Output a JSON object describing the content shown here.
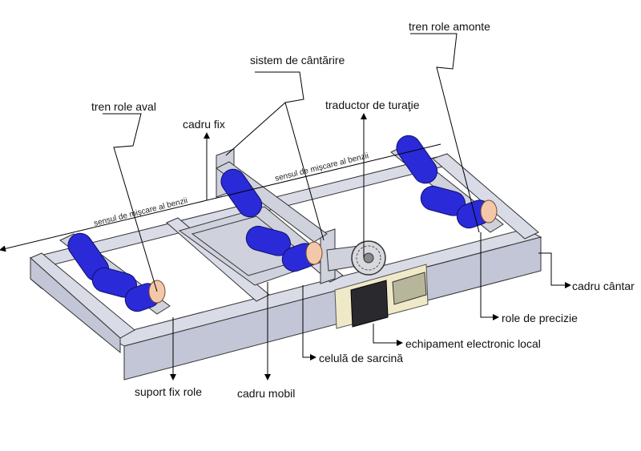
{
  "labels": {
    "tren_role_amonte": "tren role amonte",
    "sistem_cantarire": "sistem de cântărire",
    "traductor_turatie": "traductor de turaţie",
    "tren_role_aval": "tren role aval",
    "cadru_fix": "cadru fix",
    "cadru_cantar": "cadru cântar",
    "role_precizie": "role de precizie",
    "echipament_electronic": "echipament electronic local",
    "celula_sarcina": "celulă de sarcină",
    "suport_fix_role": "suport fix role",
    "cadru_mobil": "cadru mobil",
    "sens_benzii_1": "sensul de mişcare al benzii",
    "sens_benzii_2": "sensul de mişcare al benzii"
  },
  "colors": {
    "roller": "#2a2ad8",
    "frame": "#d9dbe6",
    "roller_cap": "#f3c8a8"
  }
}
